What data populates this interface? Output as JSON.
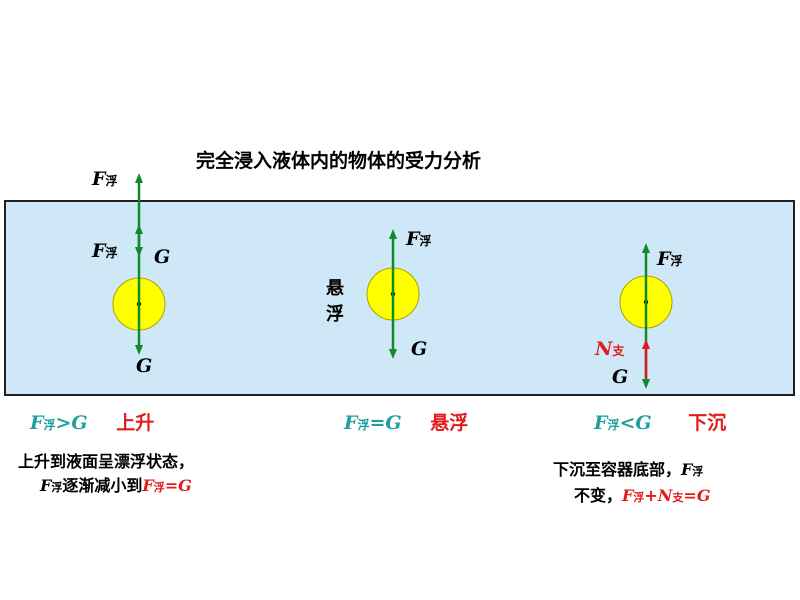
{
  "title": "完全浸入液体内的物体的受力分析",
  "colors": {
    "liquid": "#cfe8f7",
    "ball": "#ffff00",
    "arrow_green": "#118a2a",
    "arrow_red": "#e21c1c",
    "label_teal": "#1f9e9e",
    "label_red": "#e21c1c"
  },
  "left": {
    "buoyancy_symbol": "F",
    "buoyancy_sub": "浮",
    "gravity_symbol": "G",
    "condition_lhs": "F",
    "condition_sub": "浮",
    "condition_op": ">G",
    "state": "上升",
    "desc_line1": "上升到液面呈漂浮状态，",
    "desc_line2_pre_symbol": "F",
    "desc_line2_pre_sub": "浮",
    "desc_line2_text": "逐渐减小到",
    "desc_line2_eq_symbol": "F",
    "desc_line2_eq_sub": "浮",
    "desc_line2_eq_rhs": "=G"
  },
  "middle": {
    "buoyancy_symbol": "F",
    "buoyancy_sub": "浮",
    "gravity_symbol": "G",
    "side_label_1": "悬",
    "side_label_2": "浮",
    "condition_lhs": "F",
    "condition_sub": "浮",
    "condition_op": "=G",
    "state": "悬浮"
  },
  "right": {
    "buoyancy_symbol": "F",
    "buoyancy_sub": "浮",
    "support_symbol": "N",
    "support_sub": "支",
    "gravity_symbol": "G",
    "condition_lhs": "F",
    "condition_sub": "浮",
    "condition_op": "<G",
    "state": "下沉",
    "desc_line1_text": "下沉至容器底部，",
    "desc_line1_symbol": "F",
    "desc_line1_sub": "浮",
    "desc_line2_text": "不变，",
    "desc_line2_f": "F",
    "desc_line2_f_sub": "浮",
    "desc_line2_plus": "+",
    "desc_line2_n": "N",
    "desc_line2_n_sub": "支",
    "desc_line2_rhs": "=G"
  }
}
